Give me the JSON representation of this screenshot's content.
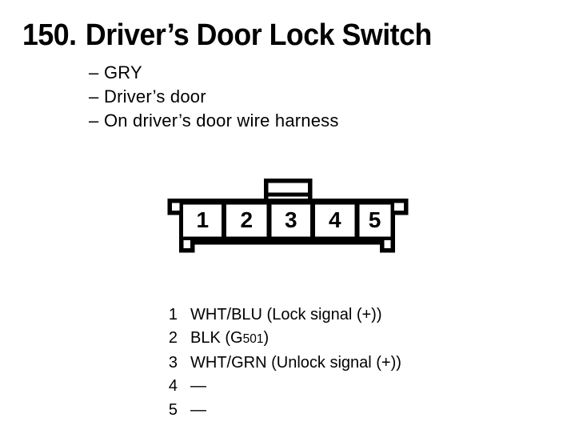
{
  "colors": {
    "ink": "#000000",
    "paper": "#ffffff"
  },
  "header": {
    "number": "150.",
    "title": "Driver’s Door Lock Switch"
  },
  "notes": {
    "bullet": "–",
    "items": [
      "GRY",
      "Driver’s door",
      "On driver’s door wire harness"
    ]
  },
  "connector": {
    "description": "5-cavity connector, front view, lock tab on top",
    "cavities": [
      "1",
      "2",
      "3",
      "4",
      "5"
    ]
  },
  "pin_list": [
    {
      "num": "1",
      "desc": "WHT/BLU (Lock signal (+))"
    },
    {
      "num": "2",
      "desc_pre": "BLK (G",
      "desc_sub": "501",
      "desc_post": ")"
    },
    {
      "num": "3",
      "desc": "WHT/GRN (Unlock signal (+))"
    },
    {
      "num": "4",
      "desc": "—"
    },
    {
      "num": "5",
      "desc": "—"
    }
  ]
}
